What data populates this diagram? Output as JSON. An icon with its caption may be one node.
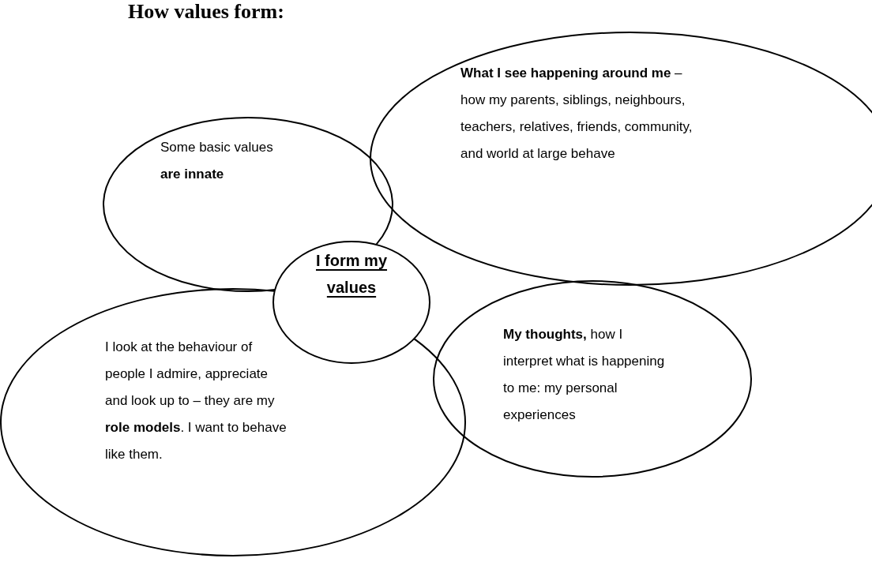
{
  "diagram": {
    "title": "How values form:",
    "nodes": [
      {
        "text": [
          "**What I see happening around me** – how my parents, siblings, neighbours, teachers, relatives, friends, community, and world at large behave"
        ]
      },
      {
        "text": [
          "Some basic values **are innate**"
        ]
      },
      {
        "text": [
          "I form my values"
        ]
      },
      {
        "text": [
          "**My thoughts,** how I interpret what is happening to me: my personal experiences"
        ]
      },
      {
        "text": [
          "I look at the behaviour of people I admire, appreciate and look up to – they are my **role models**. I want to behave like them."
        ]
      }
    ]
  }
}
